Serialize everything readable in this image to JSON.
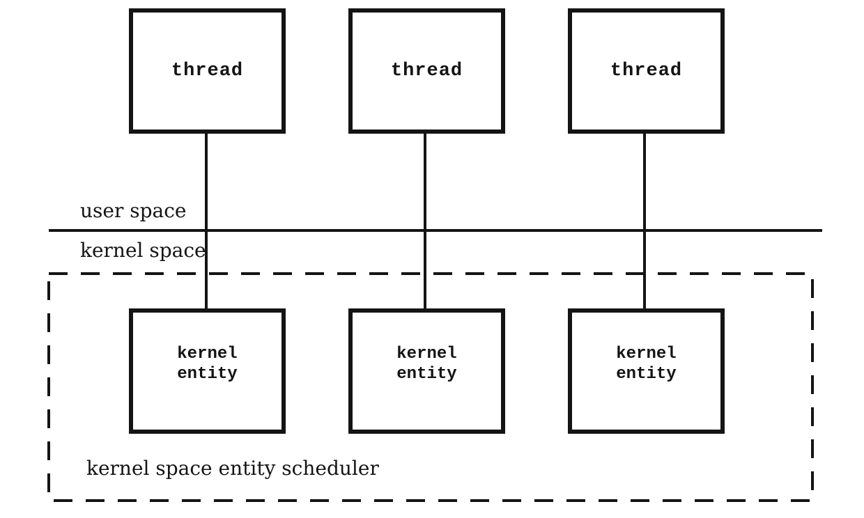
{
  "diagram": {
    "threads": [
      {
        "label": "thread"
      },
      {
        "label": "thread"
      },
      {
        "label": "thread"
      }
    ],
    "kernel_entities": [
      {
        "label": "kernel\nentity"
      },
      {
        "label": "kernel\nentity"
      },
      {
        "label": "kernel\nentity"
      }
    ],
    "labels": {
      "user_space": "user space",
      "kernel_space": "kernel space",
      "scheduler": "kernel space entity scheduler"
    },
    "colors": {
      "line": "#141414",
      "background": "#ffffff"
    }
  }
}
